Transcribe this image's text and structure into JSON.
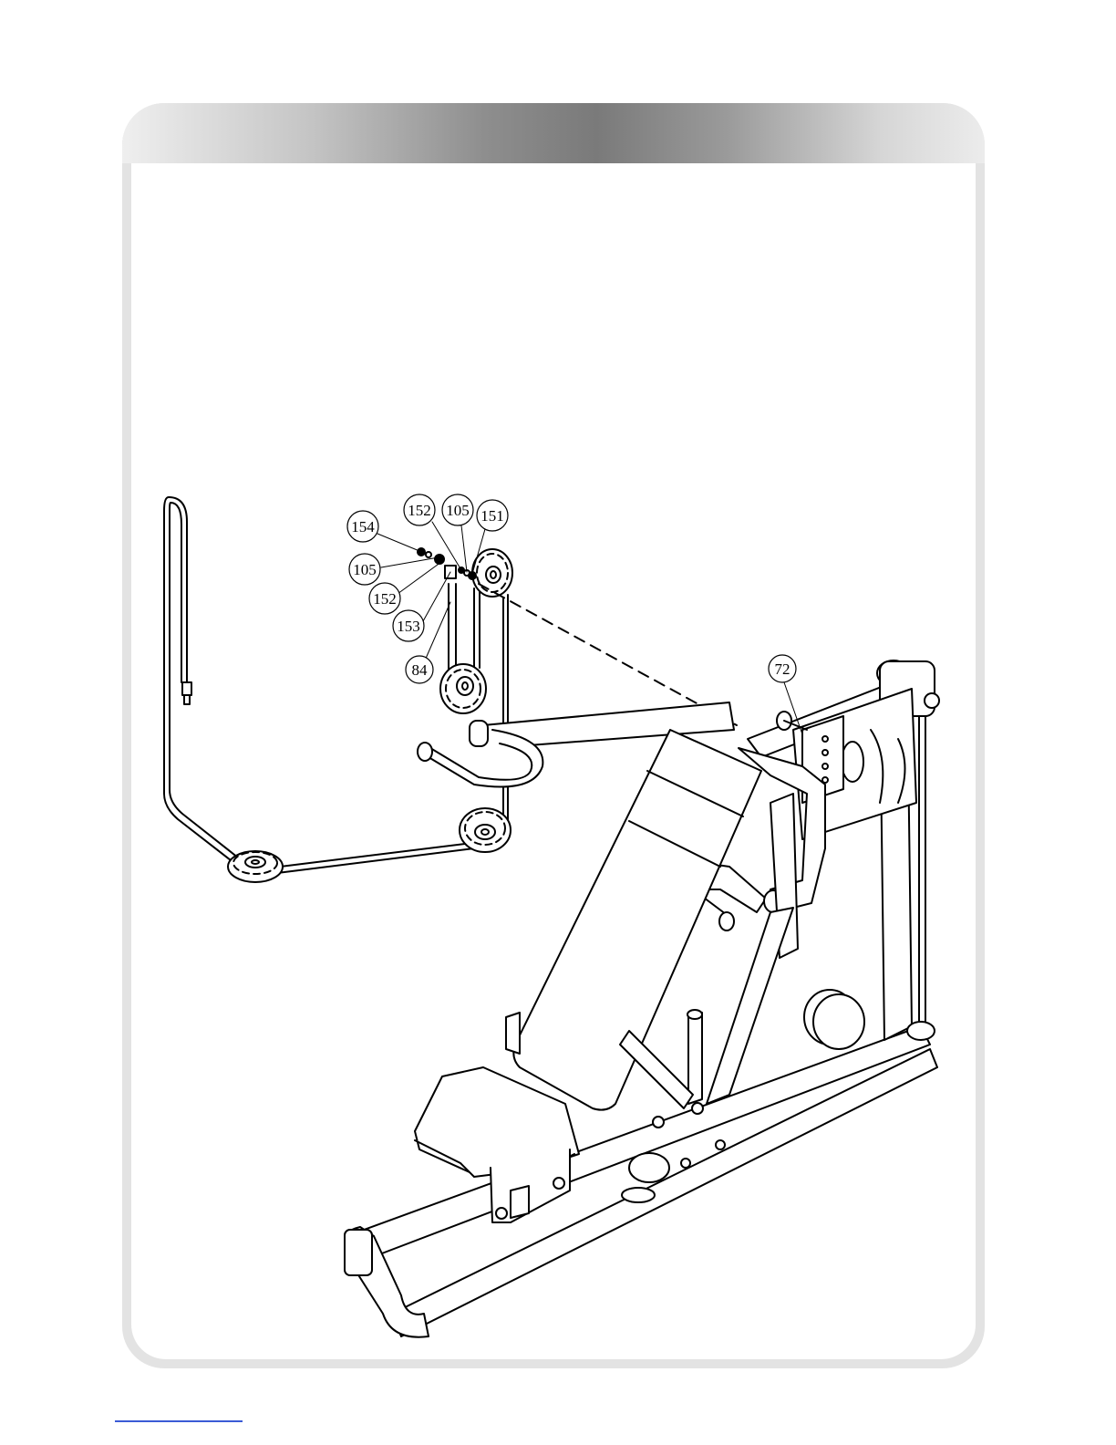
{
  "callouts": [
    {
      "id": "c154a",
      "label": "154"
    },
    {
      "id": "c105a",
      "label": "105"
    },
    {
      "id": "c152a",
      "label": "152"
    },
    {
      "id": "c153",
      "label": "153"
    },
    {
      "id": "c84",
      "label": "84"
    },
    {
      "id": "c152b",
      "label": "152"
    },
    {
      "id": "c105b",
      "label": "105"
    },
    {
      "id": "c151",
      "label": "151"
    },
    {
      "id": "c72",
      "label": "72"
    }
  ]
}
